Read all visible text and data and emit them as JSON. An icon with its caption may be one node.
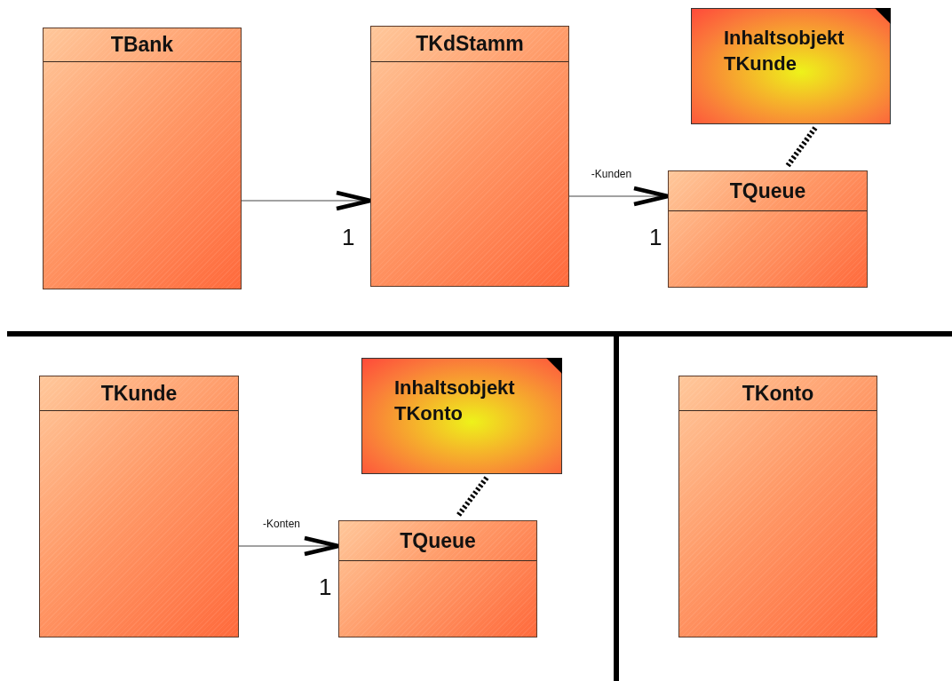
{
  "diagram": {
    "nodes": [
      {
        "text": [
          "TBank"
        ]
      },
      {
        "text": [
          "TKdStamm"
        ]
      },
      {
        "text": [
          "Inhaltsobjekt TKunde"
        ]
      },
      {
        "text": [
          "TQueue"
        ]
      },
      {
        "text": [
          "TKunde"
        ]
      },
      {
        "text": [
          "Inhaltsobjekt TKonto"
        ]
      },
      {
        "text": [
          "TQueue"
        ]
      },
      {
        "text": [
          "TKonto"
        ]
      }
    ],
    "edges": [
      {
        "from": 0,
        "to": 1,
        "arrow": "to"
      },
      {
        "from": 1,
        "to": 3,
        "arrow": "to",
        "label": "-Kunden"
      },
      {
        "from": 2,
        "to": 3,
        "arrow": "none",
        "style": "dashed"
      },
      {
        "from": 4,
        "to": 6,
        "arrow": "to",
        "label": "-Konten"
      },
      {
        "from": 5,
        "to": 6,
        "arrow": "none",
        "style": "dashed"
      }
    ],
    "labels": [
      "1",
      "1",
      "1"
    ]
  }
}
